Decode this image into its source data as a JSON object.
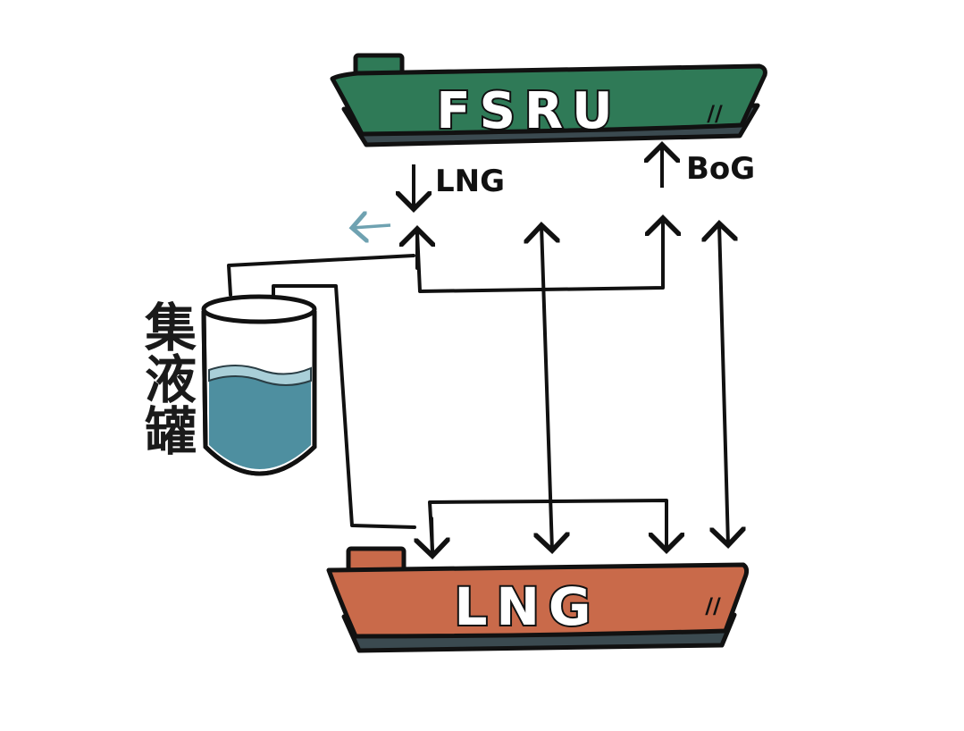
{
  "fsru": {
    "label": "FSRU",
    "mark": "//",
    "color": "#2f7a57"
  },
  "lng_carrier": {
    "label": "LNG",
    "mark": "//",
    "color": "#c96a4a"
  },
  "flows": {
    "lng_down": "LNG",
    "bog_up": "BoG"
  },
  "tank": {
    "label": "集液罐",
    "liquid_color": "#4e8fa0"
  },
  "colors": {
    "line": "#111111",
    "hull_bottom": "#3b4a50",
    "small_arrow": "#6fa2b1"
  }
}
